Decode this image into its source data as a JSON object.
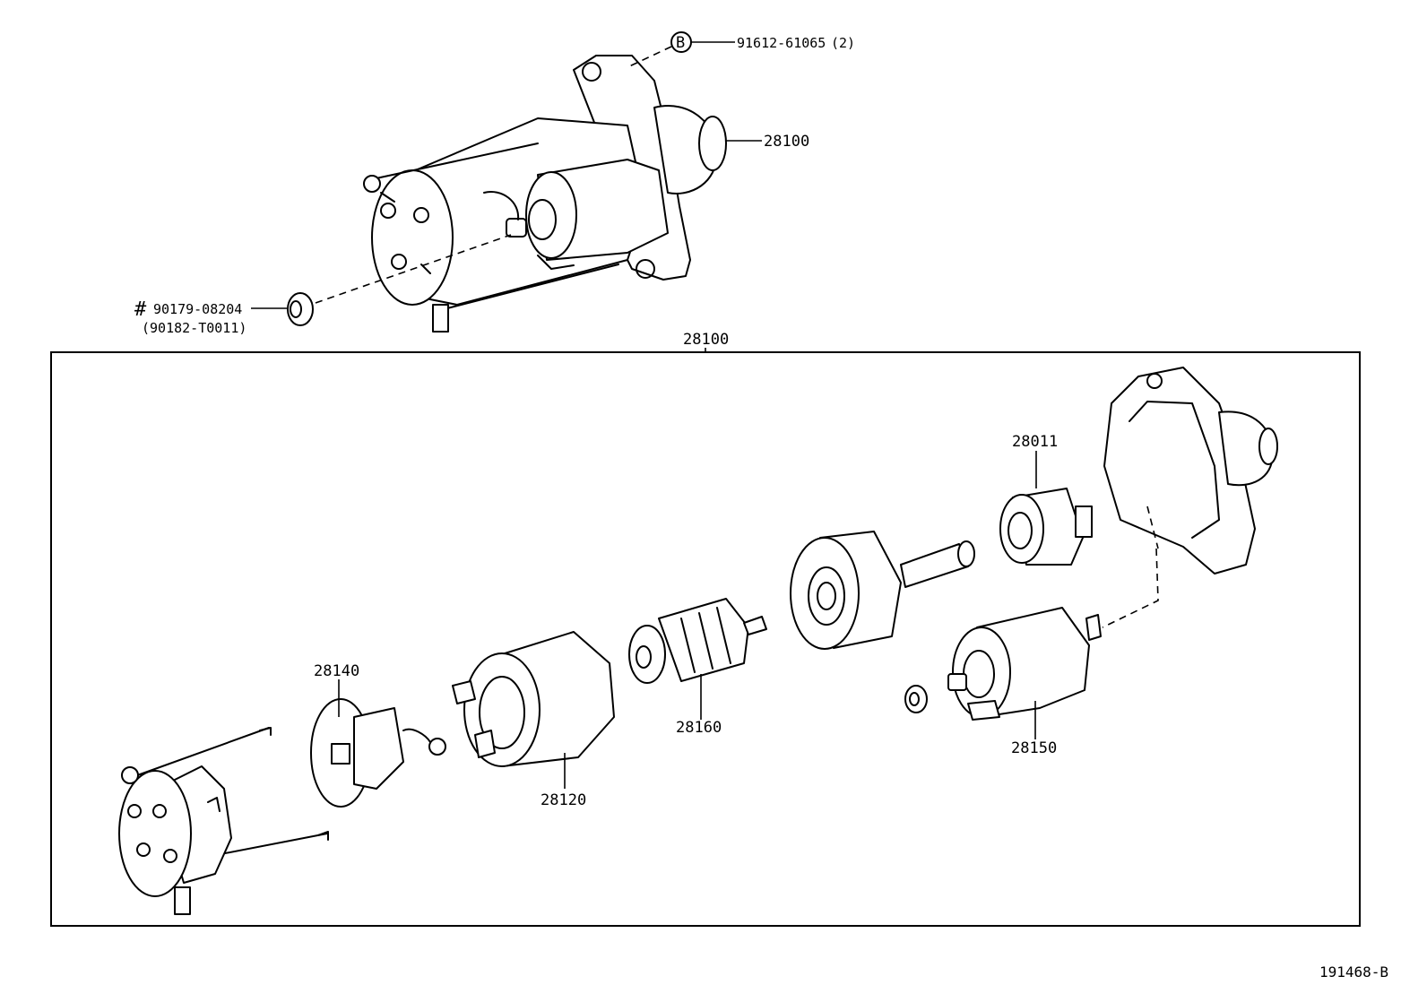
{
  "diagram": {
    "top_callouts": {
      "bolt_marker": "B",
      "bolt_part": "91612-61065",
      "bolt_qty": "(2)",
      "starter_assy": "28100",
      "hash_mark": "#",
      "nut_part": "90179-08204",
      "nut_alt_part": "(90182-T0011)"
    },
    "frame_label": "28100",
    "parts": {
      "drive_clutch": "28011",
      "brush_holder": "28140",
      "armature": "28160",
      "field_yoke": "28120",
      "magnetic_switch": "28150"
    },
    "figure_code": "191468-B"
  }
}
